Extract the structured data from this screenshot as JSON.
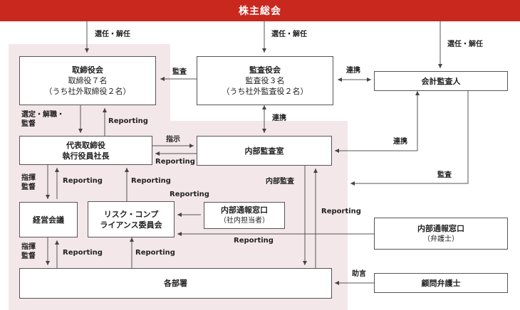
{
  "header": {
    "title": "株主総会"
  },
  "boxes": {
    "board": {
      "title": "取締役会",
      "line1": "取締役７名",
      "line2": "（うち社外取締役２名）"
    },
    "auditors": {
      "title": "監査役会",
      "line1": "監査役３名",
      "line2": "（うち社外監査役２名）"
    },
    "accounting_auditor": {
      "title": "会計監査人"
    },
    "representative": {
      "line1": "代表取締役",
      "line2": "執行役員社長"
    },
    "internal_audit": {
      "title": "内部監査室"
    },
    "management": {
      "title": "経営会議"
    },
    "risk": {
      "line1": "リスク・コンプ",
      "line2": "ライアンス委員会"
    },
    "hotline_internal": {
      "title": "内部通報窓口",
      "sub": "（社内担当者）"
    },
    "hotline_external": {
      "title": "内部通報窓口",
      "sub": "（弁護士）"
    },
    "advisor": {
      "title": "顧問弁護士"
    },
    "departments": {
      "title": "各部署"
    }
  },
  "labels": {
    "appoint_board": "選任・解任",
    "appoint_auditors": "選任・解任",
    "appoint_accounting": "選任・解任",
    "audit_board": "監査",
    "coop_auditors_accounting": "連携",
    "coop_auditors_internal": "連携",
    "coop_internal_accounting": "連携",
    "select_dismiss_line1": "選定・解職・",
    "select_dismiss_line2": "監督",
    "reporting_to_board": "Reporting",
    "instruct": "指示",
    "reporting_from_audit": "Reporting",
    "internal_audit_label": "内部監査",
    "audit_accounting": "監査",
    "direct1_line1": "指揮",
    "direct1_line2": "監督",
    "reporting_mgmt": "Reporting",
    "reporting_risk": "Reporting",
    "reporting_hotline": "Reporting",
    "reporting_depts_audit": "Reporting",
    "reporting_external": "Reporting",
    "direct2_line1": "指揮",
    "direct2_line2": "監督",
    "reporting_depts_mgmt": "Reporting",
    "reporting_depts_risk": "Reporting",
    "advice": "助言"
  }
}
